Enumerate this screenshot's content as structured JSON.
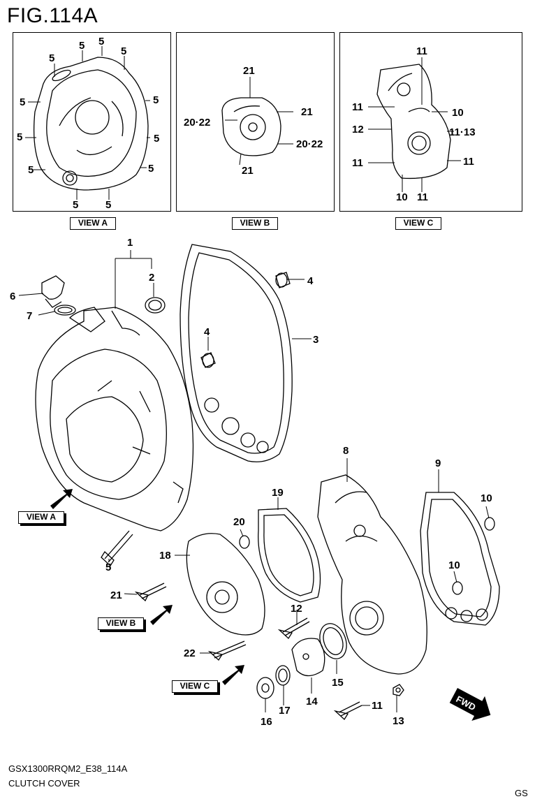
{
  "figure": {
    "title": "FIG.114A"
  },
  "views": {
    "a_label": "VIEW A",
    "b_label": "VIEW B",
    "c_label": "VIEW C"
  },
  "view_a_callouts": [
    "5",
    "5",
    "5",
    "5",
    "5",
    "5",
    "5",
    "5",
    "5",
    "5",
    "5",
    "5"
  ],
  "view_b_callouts": [
    "21",
    "21",
    "20·22",
    "20·22",
    "21"
  ],
  "view_c_callouts": [
    "11",
    "11",
    "10",
    "12",
    "11·13",
    "11",
    "11",
    "10",
    "11"
  ],
  "main_callouts": [
    "1",
    "2",
    "3",
    "4",
    "4",
    "6",
    "7",
    "8",
    "9",
    "10",
    "10",
    "19",
    "20",
    "18",
    "5",
    "21",
    "12",
    "22",
    "15",
    "14",
    "11",
    "17",
    "16",
    "13"
  ],
  "footer": {
    "model_code": "GSX1300RRQM2_E38_114A",
    "part_group": "CLUTCH COVER",
    "region_code": "GS"
  },
  "icons": {
    "fwd_arrow": "fwd-arrow-icon"
  }
}
